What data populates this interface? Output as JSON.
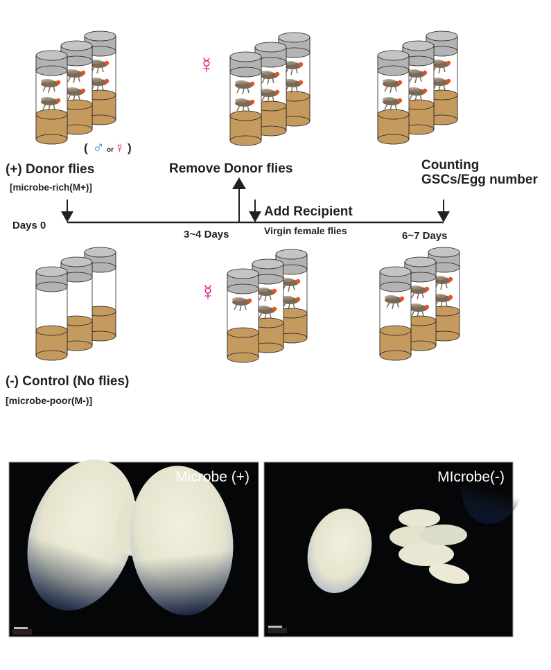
{
  "labels": {
    "donor_title": "(+) Donor flies",
    "donor_sub": "[microbe-rich(M+)]",
    "sex_open": "(",
    "male_symbol": "♂",
    "or": "or",
    "female_symbol": "☿",
    "sex_close": ")",
    "days0": "Days 0",
    "days34": "3~4 Days",
    "remove": "Remove Donor flies",
    "add": "Add Recipient",
    "virgin": "Virgin female flies",
    "counting1": "Counting",
    "counting2": "GSCs/Egg number",
    "days67": "6~7 Days",
    "control_title": "(-) Control (No flies)",
    "control_sub": "[microbe-poor(M-)]",
    "recipient_symbol_top": "☿",
    "recipient_symbol_bottom": "☿"
  },
  "photos": [
    {
      "label": "Microbe (+)"
    },
    {
      "label": "MIcrobe(-)"
    }
  ],
  "vial_groups": [
    {
      "id": "donor",
      "flies": [
        2,
        2,
        2
      ]
    },
    {
      "id": "remove",
      "flies": [
        2,
        2,
        2
      ]
    },
    {
      "id": "count-plus",
      "flies": [
        2,
        2,
        2
      ]
    },
    {
      "id": "control",
      "flies": [
        0,
        0,
        0
      ]
    },
    {
      "id": "recipient-minus",
      "flies": [
        1,
        2,
        2
      ]
    },
    {
      "id": "count-minus",
      "flies": [
        1,
        2,
        2
      ]
    }
  ],
  "colors": {
    "food": "#c49a5e",
    "cap": "#b3b3b3",
    "fly": "#7a6a55",
    "fly_eye": "#e8501e",
    "male": "#2ba6de",
    "female": "#e4007f",
    "text": "#231f20"
  }
}
